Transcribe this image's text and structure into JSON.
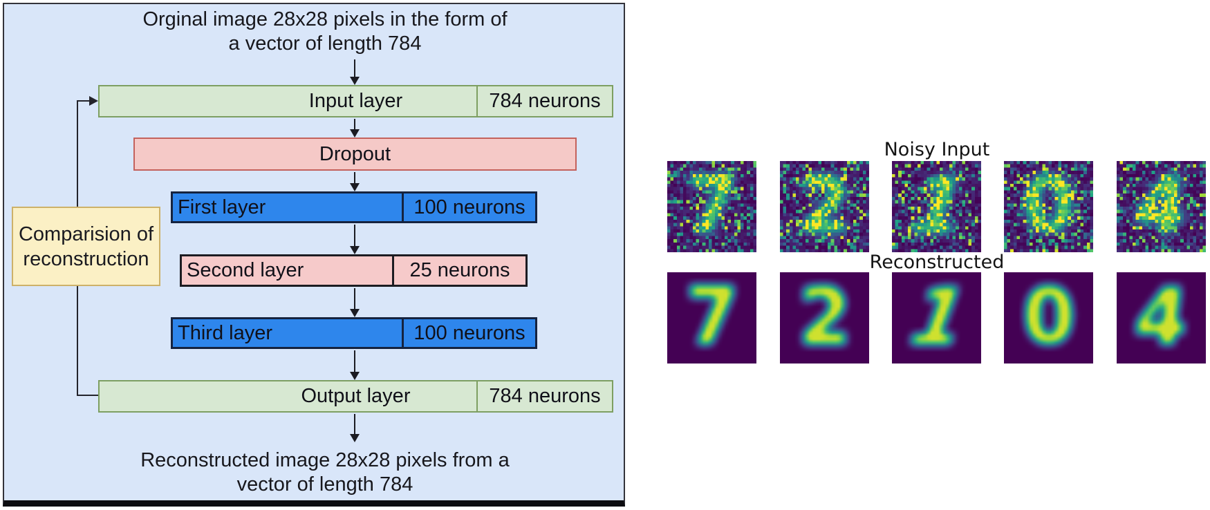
{
  "diagram": {
    "background": "#d9e6f9",
    "title": {
      "line1": "Orginal image 28x28 pixels in the form of",
      "line2": "a vector of length 784"
    },
    "footer": {
      "line1": "Reconstructed image 28x28 pixels from a",
      "line2": "vector of length 784"
    },
    "comparison": {
      "line1": "Comparision of",
      "line2": "reconstruction",
      "fill": "#fbf0c5",
      "border": "#cdb169"
    },
    "layers": [
      {
        "id": "input",
        "label": "Input layer",
        "neurons": "784 neurons",
        "fill": "#d7e8d2",
        "border": "#7d9f62"
      },
      {
        "id": "dropout",
        "label": "Dropout",
        "neurons": "",
        "fill": "#f5c9c7",
        "border": "#c4615c"
      },
      {
        "id": "first",
        "label": "First layer",
        "neurons": "100 neurons",
        "fill": "#2e86ec",
        "border": "#15233f"
      },
      {
        "id": "second",
        "label": "Second layer",
        "neurons": "25 neurons",
        "fill": "#f6caca",
        "border": "#1c1c22"
      },
      {
        "id": "third",
        "label": "Third layer",
        "neurons": "100 neurons",
        "fill": "#2e86ec",
        "border": "#15233f"
      },
      {
        "id": "output",
        "label": "Output layer",
        "neurons": "784 neurons",
        "fill": "#d7e8d2",
        "border": "#7d9f62"
      }
    ],
    "arrow_color": "#1b1b22"
  },
  "mnist": {
    "noisy_title": "Noisy Input",
    "reconstructed_title": "Reconstructed",
    "digits": [
      "7",
      "2",
      "1",
      "0",
      "4"
    ],
    "slants": [
      0,
      0,
      0.38,
      0,
      0.12
    ],
    "viridis": [
      "#440154",
      "#46327e",
      "#365c8d",
      "#277f8e",
      "#1fa187",
      "#4ac16d",
      "#a0da39",
      "#fde725"
    ],
    "background": "#440154"
  }
}
